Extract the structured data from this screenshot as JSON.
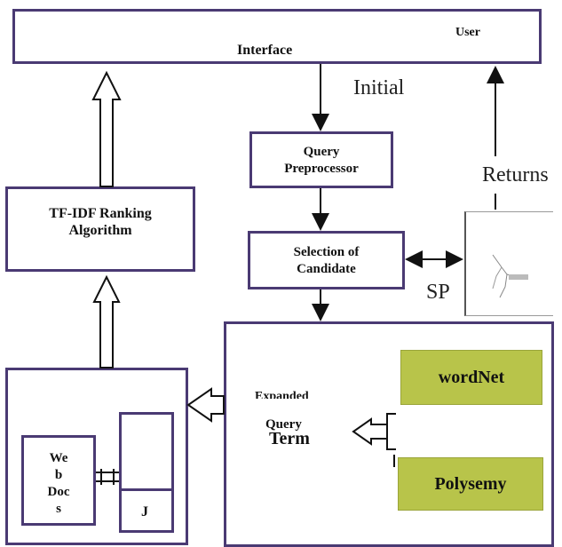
{
  "interface": {
    "user_label": "User",
    "title": "Interface"
  },
  "annotations": {
    "initial": "Initial",
    "returns": "Returns",
    "sp": "SP"
  },
  "query_preprocessor": "Query\nPreprocessor",
  "selection_candidate": "Selection of\nCandidate",
  "tfidf": "TF-IDF Ranking\nAlgorithm",
  "expanded": {
    "line1": "Expanded",
    "line2": "Query",
    "line3": "Term"
  },
  "wordnet": "wordNet",
  "polysemy": "Polysemy",
  "web_docs": "We\nb\nDoc\ns",
  "j_label": "J",
  "colors": {
    "border": "#4a3a73",
    "green": "#b8c44a"
  }
}
